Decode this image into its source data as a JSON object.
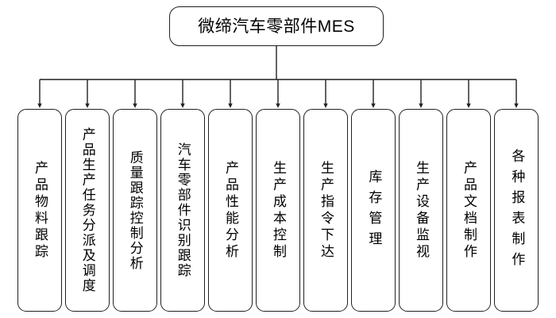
{
  "diagram": {
    "title": "微缔汽车零部件MES",
    "root": {
      "label": "微缔汽车零部件MES"
    },
    "connector": {
      "style": "orthogonal-bus",
      "arrowhead": "filled-triangle",
      "line_color": "#231f20"
    },
    "leaves": [
      {
        "label": "产品物料跟踪"
      },
      {
        "label": "产品生产任务分派及调度"
      },
      {
        "label": "质量跟踪控制分析"
      },
      {
        "label": "汽车零部件识别跟踪"
      },
      {
        "label": "产品性能分析"
      },
      {
        "label": "生产成本控制"
      },
      {
        "label": "生产指令下达"
      },
      {
        "label": "库存管理"
      },
      {
        "label": "生产设备监视"
      },
      {
        "label": "产品文档制作"
      },
      {
        "label": "各种报表制作"
      }
    ]
  },
  "chart_data": {
    "type": "diagram",
    "subtype": "organizational-tree",
    "title": "微缔汽车零部件MES",
    "orientation": "top-down",
    "levels": 2,
    "root": "微缔汽车零部件MES",
    "children": [
      "产品物料跟踪",
      "产品生产任务分派及调度",
      "质量跟踪控制分析",
      "汽车零部件识别跟踪",
      "产品性能分析",
      "生产成本控制",
      "生产指令下达",
      "库存管理",
      "生产设备监视",
      "产品文档制作",
      "各种报表制作"
    ],
    "child_count": 11,
    "node_shape": "rounded-rectangle",
    "text_direction": "vertical",
    "colors": {
      "background": "#ffffff",
      "node_fill": "#ffffff",
      "node_border": "#231f20",
      "connector": "#231f20",
      "text": "#000000"
    }
  }
}
